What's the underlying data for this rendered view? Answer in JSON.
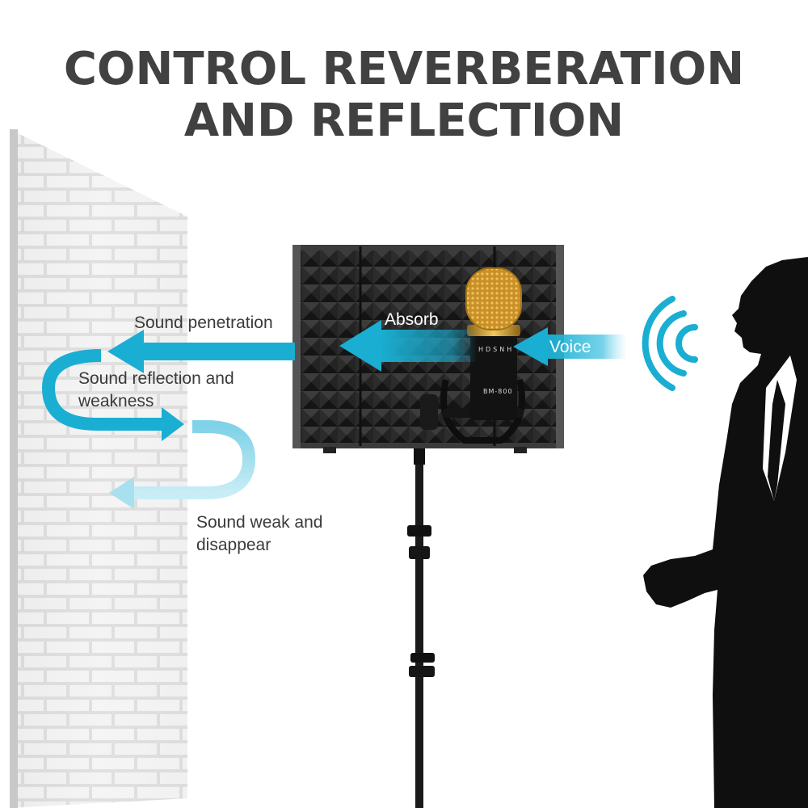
{
  "headline": {
    "line1": "CONTROL REVERBERATION",
    "line2": "AND REFLECTION"
  },
  "labels": {
    "sound_penetration": "Sound penetration",
    "sound_reflection_line1": "Sound reflection and",
    "sound_reflection_line2": "weakness",
    "sound_weak_line1": "Sound weak and",
    "sound_weak_line2": "disappear",
    "absorb": "Absorb",
    "voice": "Voice"
  },
  "microphone": {
    "brand": "HDSNH",
    "model": "BM-800"
  },
  "icons": {
    "sound_waves": "sound-waves-icon",
    "wall": "brick-wall",
    "shield": "foam-isolation-shield",
    "person": "person-silhouette"
  },
  "colors": {
    "arrow_blue": "#1aaed2",
    "arrow_light": "#bfe9f4",
    "headline": "#414141",
    "foam": "#2a2a2a",
    "microphone_gold": "#c9932b",
    "silhouette": "#111111"
  }
}
